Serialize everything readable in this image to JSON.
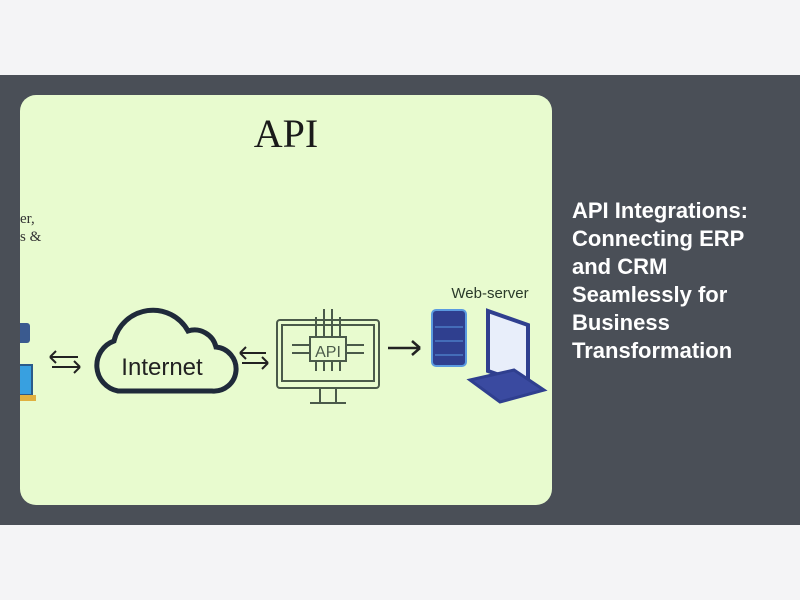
{
  "article": {
    "title": "API Integrations: Connecting ERP and CRM Seamlessly for Business Transformation"
  },
  "image": {
    "heading": "API",
    "cropped_label_line1": "er,",
    "cropped_label_line2": "s &",
    "cloud_label": "Internet",
    "chip_label": "API",
    "server_label": "Web-server"
  },
  "colors": {
    "band": "#4a4f57",
    "image_bg": "#e8fbcf",
    "ink": "#1f2a3a",
    "server_blue": "#2f3f8f"
  }
}
